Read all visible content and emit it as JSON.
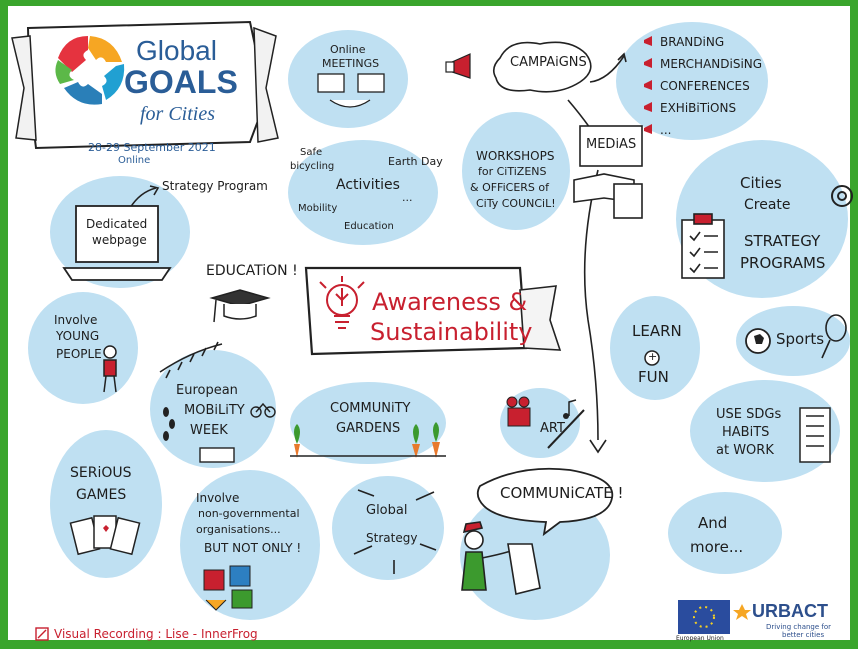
{
  "colors": {
    "border_green": "#3aa52c",
    "bubble_blue": "#bfe0f2",
    "accent_red": "#c8202f",
    "ink": "#1d1d1d"
  },
  "header": {
    "logo_global": "Global",
    "logo_goals": "GOALS",
    "logo_for_cities": "for Cities",
    "dates": "28-29 September 2021",
    "online": "Online"
  },
  "center": {
    "title_line1": "Awareness &",
    "title_line2": "Sustainability"
  },
  "online_meetings": {
    "line1": "Online",
    "line2": "MEETINGS"
  },
  "campaigns": {
    "label": "CAMPAiGNS"
  },
  "campaign_items": [
    "BRANDiNG",
    "MERCHANDiSiNG",
    "CONFERENCES",
    "EXHiBiTiONS",
    "..."
  ],
  "medias": "MEDiAS",
  "workshops": {
    "line1": "WORKSHOPS",
    "line2": "for CiTiZENS",
    "line3": "& OFFiCERS of",
    "line4": "CiTy COUNCiL!"
  },
  "activities": {
    "center": "Activities",
    "safe": "Safe",
    "bicycling": "bicycling",
    "earth_day": "Earth Day",
    "mobility": "Mobility",
    "education": "Education",
    "dots": "..."
  },
  "strategy_program": "Strategy Program",
  "dedicated_webpage": {
    "line1": "Dedicated",
    "line2": "webpage"
  },
  "education_label": "EDUCATiON !",
  "cities_create": {
    "line1": "Cities",
    "line2": "Create",
    "line3": "STRATEGY",
    "line4": "PROGRAMS"
  },
  "involve_young": {
    "line1": "Involve",
    "line2": "YOUNG",
    "line3": "PEOPLE"
  },
  "learn_fun": {
    "line1": "LEARN",
    "plus": "+",
    "line2": "FUN"
  },
  "sports": "Sports",
  "european_mobility": {
    "line1": "European",
    "line2": "MOBiLiTY",
    "line3": "WEEK"
  },
  "community_gardens": {
    "line1": "COMMUNiTY",
    "line2": "GARDENS"
  },
  "art": "ART",
  "use_sdgs": {
    "line1": "USE SDGs",
    "line2": "HABiTS",
    "line3": "at WORK"
  },
  "serious_games": {
    "line1": "SERiOUS",
    "line2": "GAMES"
  },
  "involve_ngo": {
    "line1": "Involve",
    "line2": "non-governmental",
    "line3": "organisations...",
    "line4": "BUT NOT ONLY !"
  },
  "global_strategy": {
    "line1": "Global",
    "line2": "Strategy"
  },
  "communicate": "COMMUNiCATE !",
  "and_more": {
    "line1": "And",
    "line2": "more..."
  },
  "footer": {
    "credit": "Visual Recording : Lise - InnerFrog",
    "eu_label": "European Union",
    "urbact": "URBACT",
    "urbact_tagline_1": "Driving change for",
    "urbact_tagline_2": "better cities"
  }
}
